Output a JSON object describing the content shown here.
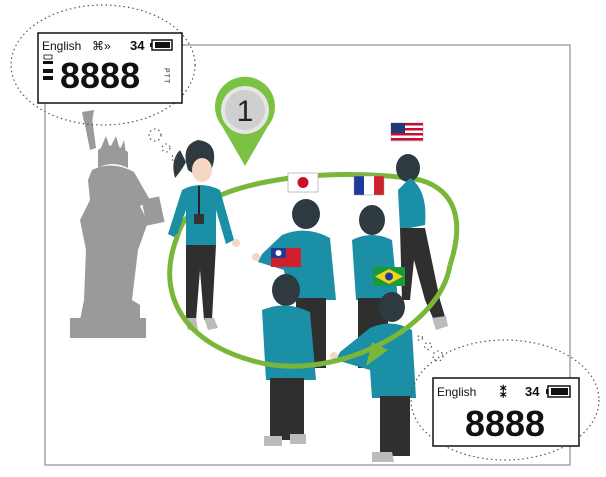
{
  "device_top": {
    "language": "English",
    "channel": "34",
    "display_digits": "8888",
    "side_label": "PTT"
  },
  "device_bottom": {
    "language": "English",
    "channel": "34",
    "display_digits": "8888"
  },
  "marker": {
    "number": "1"
  },
  "colors": {
    "teal": "#1a8fa5",
    "ring_green": "#7ab63a",
    "marker_green": "#7cc242",
    "statue_gray": "#9a9a9a",
    "hair": "#2f3a40",
    "pants": "#2f2f2f"
  },
  "flags": [
    "usa-flag",
    "france-flag",
    "japan-flag",
    "taiwan-flag",
    "brazil-flag"
  ]
}
